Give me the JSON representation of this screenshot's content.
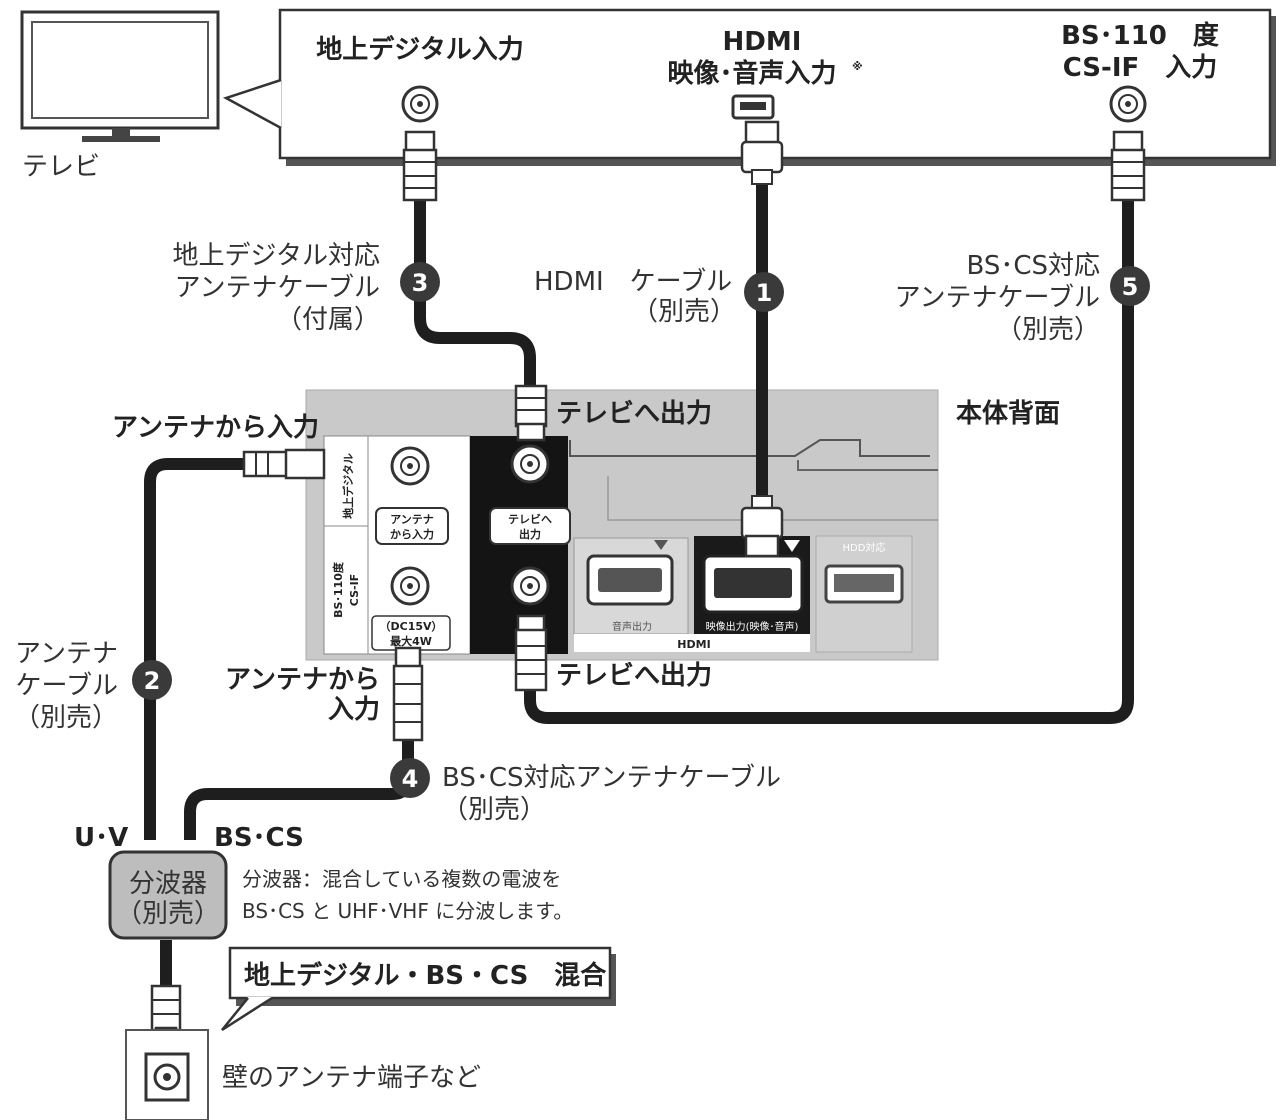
{
  "tv": {
    "label": "テレビ",
    "inputs": {
      "terrestrial": "地上デジタル入力",
      "hdmi_line1": "HDMI",
      "hdmi_line2": "映像･音声入力",
      "hdmi_note": "※",
      "bs_line1": "BS･110　度",
      "bs_line2": "CS-IF　入力"
    }
  },
  "recorder": {
    "label": "本体背面",
    "to_tv_top": "テレビへ出力",
    "to_tv_bottom": "テレビへ出力",
    "antenna_in_top": "アンテナから入力",
    "antenna_in_bottom_1": "アンテナから",
    "antenna_in_bottom_2": "入力",
    "panel": {
      "terrestrial_tag": "地上デジタル",
      "bs_tag_1": "BS･110度",
      "bs_tag_2": "CS-IF",
      "ant_box_1": "アンテナ",
      "ant_box_2": "から入力",
      "tv_box_1": "テレビへ",
      "tv_box_2": "出力",
      "dc_1": "（DC15V）",
      "dc_2": "最大4W",
      "audio_out": "音声出力",
      "video_out": "映像出力(映像･音声)",
      "hdmi": "HDMI",
      "hdd": "HDD対応"
    }
  },
  "cables": [
    {
      "num": "1",
      "line1": "HDMI　ケーブル",
      "line2": "（別売）"
    },
    {
      "num": "2",
      "line1": "アンテナ",
      "line2": "ケーブル",
      "line3": "（別売）"
    },
    {
      "num": "3",
      "line1": "地上デジタル対応",
      "line2": "アンテナケーブル",
      "line3": "（付属）"
    },
    {
      "num": "4",
      "line1": "BS･CS対応アンテナケーブル",
      "line2": "（別売）"
    },
    {
      "num": "5",
      "line1": "BS･CS対応",
      "line2": "アンテナケーブル",
      "line3": "（別売）"
    }
  ],
  "splitter": {
    "line1": "分波器",
    "line2": "（別売）",
    "uv": "U･V",
    "bscs": "BS･CS",
    "desc_1": "分波器：混合している複数の電波を",
    "desc_2": "BS･CS と UHF･VHF に分波します。"
  },
  "wall": {
    "mixed": "地上デジタル・BS・CS　混合",
    "label": "壁のアンテナ端子など"
  },
  "colors": {
    "cable": "#1e1e1e",
    "panel": "#c9c9c9",
    "badge": "#3a3a3a",
    "splitter": "#bdbdbd"
  }
}
